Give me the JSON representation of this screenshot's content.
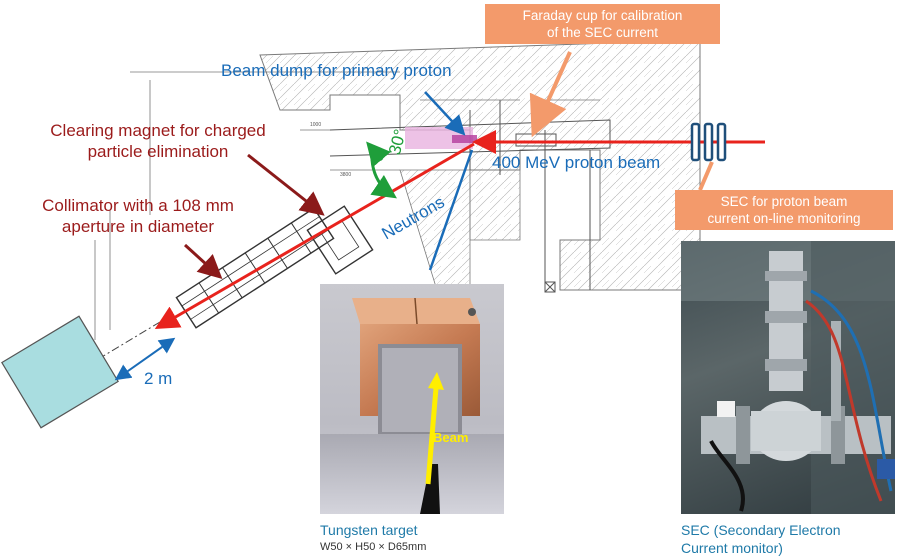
{
  "labels": {
    "beam_dump": "Beam dump for primary proton",
    "faraday_line1": "Faraday cup for calibration",
    "faraday_line2": "of the SEC current",
    "clearing_line1": "Clearing magnet for charged",
    "clearing_line2": "particle elimination",
    "collimator_line1": "Collimator with a 108 mm",
    "collimator_line2": "aperture in diameter",
    "angle": "30°",
    "proton_beam": "400 MeV proton beam",
    "neutrons": "Neutrons",
    "sec_box_line1": "SEC for proton beam",
    "sec_box_line2": "current on-line monitoring",
    "distance": "2 m",
    "beam": "Beam",
    "tungsten_caption": "Tungsten target",
    "tungsten_dims": "W50 × H50 × D65mm",
    "sec_caption_line1": "SEC (Secondary Electron",
    "sec_caption_line2": "Current monitor)",
    "drawing_small_1": "3800",
    "drawing_small_2": "1000"
  },
  "colors": {
    "beam_red": "#e8231d",
    "label_dark_red": "#9b1b1b",
    "label_blue": "#1a6cb8",
    "callout_orange": "#f39a6b",
    "detector_teal": "#a9dde0",
    "angle_green": "#1f9e3a",
    "beam_arrow_yellow": "#ffee00"
  }
}
